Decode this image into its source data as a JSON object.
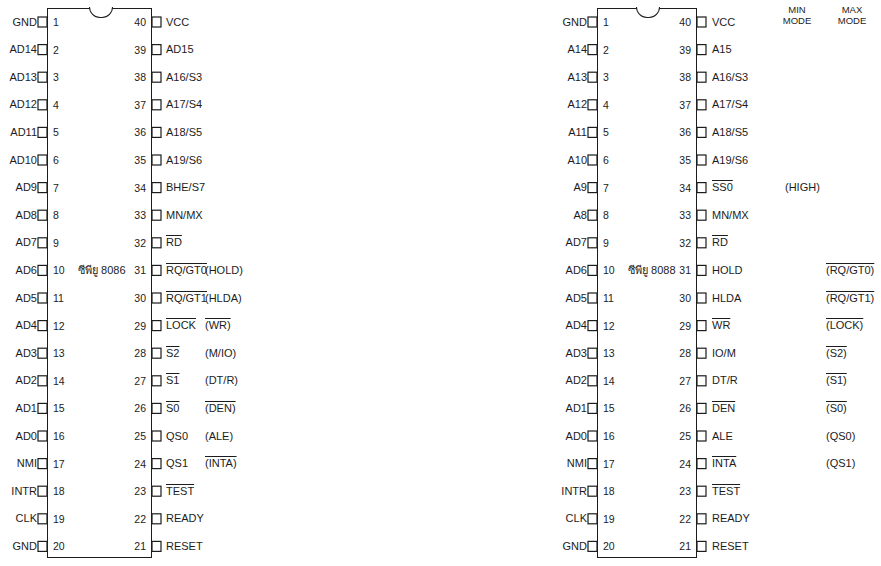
{
  "diagram": {
    "nodes": [
      {
        "text": [
          "ซีพียู 8086"
        ]
      },
      {
        "text": [
          "ซีพียู 8088"
        ]
      }
    ],
    "labels": [
      "GND",
      "AD14",
      "AD13",
      "AD12",
      "AD11",
      "AD10",
      "AD9",
      "AD8",
      "AD7",
      "AD6",
      "AD5",
      "AD4",
      "AD3",
      "AD2",
      "AD1",
      "AD0",
      "NMI",
      "INTR",
      "CLK",
      "GND",
      "1",
      "2",
      "3",
      "4",
      "5",
      "6",
      "7",
      "8",
      "9",
      "10",
      "11",
      "12",
      "13",
      "14",
      "15",
      "16",
      "17",
      "18",
      "19",
      "20",
      "VCC",
      "AD15",
      "A16/S3",
      "A17/S4",
      "A18/S5",
      "A19/S6",
      "BHE/S7",
      "MN/MX",
      "RD",
      "RQ/GT0",
      "RQ/GT1",
      "LOCK",
      "S2",
      "S1",
      "S0",
      "QS0",
      "QS1",
      "TEST",
      "READY",
      "RESET",
      "40",
      "39",
      "38",
      "37",
      "36",
      "35",
      "34",
      "33",
      "32",
      "31",
      "30",
      "29",
      "28",
      "27",
      "26",
      "25",
      "24",
      "23",
      "22",
      "21",
      "(HOLD)",
      "(HLDA)",
      "(WR)",
      "(M/IO)",
      "(DT/R)",
      "(DEN)",
      "(ALE)",
      "(INTA)",
      "GND",
      "A14",
      "A13",
      "A12",
      "A11",
      "A10",
      "A9",
      "A8",
      "AD7",
      "AD6",
      "AD5",
      "AD4",
      "AD3",
      "AD2",
      "AD1",
      "AD0",
      "NMI",
      "INTR",
      "CLK",
      "GND",
      "1",
      "2",
      "3",
      "4",
      "5",
      "6",
      "7",
      "8",
      "9",
      "10",
      "11",
      "12",
      "13",
      "14",
      "15",
      "16",
      "17",
      "18",
      "19",
      "20",
      "VCC",
      "A15",
      "A16/S3",
      "A17/S4",
      "A18/S5",
      "A19/S6",
      "SS0",
      "MN/MX",
      "RD",
      "HOLD",
      "HLDA",
      "WR",
      "IO/M",
      "DT/R",
      "DEN",
      "ALE",
      "INTA",
      "TEST",
      "READY",
      "RESET",
      "40",
      "39",
      "38",
      "37",
      "36",
      "35",
      "34",
      "33",
      "32",
      "31",
      "30",
      "29",
      "28",
      "27",
      "26",
      "25",
      "24",
      "23",
      "22",
      "21",
      "(HIGH)",
      "(RQ/GT0)",
      "(RQ/GT1)",
      "(LOCK)",
      "(S2)",
      "(S1)",
      "(S0)",
      "(QS0)",
      "(QS1)",
      "MIN MODE",
      "MAX MODE"
    ]
  }
}
